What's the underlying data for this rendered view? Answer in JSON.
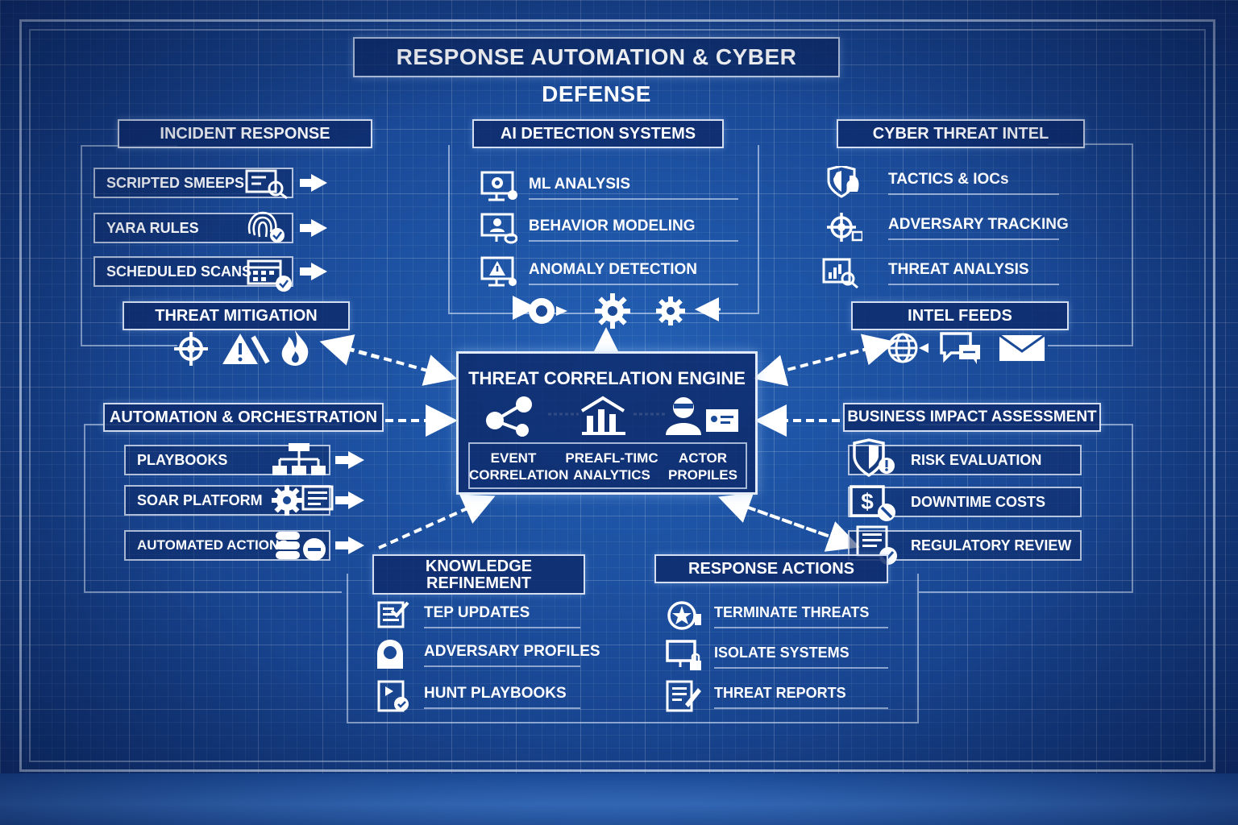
{
  "title": "RESPONSE AUTOMATION & CYBER DEFENSE",
  "incident_response": {
    "header": "INCIDENT RESPONSE",
    "items": [
      "SCRIPTED SMEEPS",
      "YARA RULES",
      "SCHEDULED SCANS"
    ],
    "icons": [
      "code-search-icon",
      "fingerprint-check-icon",
      "calendar-check-icon"
    ]
  },
  "threat_mitigation": {
    "header": "THREAT MITIGATION",
    "icons": [
      "crosshair-icon",
      "warning-triangle-icon",
      "fire-icon"
    ]
  },
  "ai_detection": {
    "header": "AI DETECTION SYSTEMS",
    "items": [
      "ML ANALYSIS",
      "BEHAVIOR MODELING",
      "ANOMALY DETECTION"
    ],
    "icons": [
      "monitor-gear-icon",
      "monitor-user-icon",
      "monitor-warning-icon"
    ],
    "footer_icons": [
      "lens-icon",
      "gear-icon",
      "gear-small-icon"
    ]
  },
  "cyber_threat_intel": {
    "header": "CYBER THREAT INTEL",
    "items": [
      "TACTICS & IOCs",
      "ADVERSARY TRACKING",
      "THREAT ANALYSIS"
    ],
    "icons": [
      "shield-knight-icon",
      "target-icon",
      "chart-search-icon"
    ]
  },
  "intel_feeds": {
    "header": "INTEL FEEDS",
    "icons": [
      "globe-icon",
      "chat-icon",
      "mail-icon"
    ]
  },
  "engine": {
    "title": "THREAT CORRELATION ENGINE",
    "labels": [
      [
        "EVENT",
        "CORRELATION"
      ],
      [
        "PREAFL-TIMC",
        "ANALYTICS"
      ],
      [
        "ACTOR",
        "PROPILES"
      ]
    ],
    "icons": [
      "share-nodes-icon",
      "bar-chart-icon",
      "hacker-id-icon"
    ]
  },
  "automation": {
    "header": "AUTOMATION & ORCHESTRATION",
    "items": [
      "PLAYBOOKS",
      "SOAR PLATFORM",
      "AUTOMATED ACTIONS"
    ],
    "icons": [
      "flowchart-icon",
      "gear-screen-icon",
      "database-minus-icon"
    ]
  },
  "business_impact": {
    "header": "BUSINESS IMPACT ASSESSMENT",
    "items": [
      "RISK EVALUATION",
      "DOWNTIME COSTS",
      "REGULATORY REVIEW"
    ],
    "icons": [
      "shield-alert-icon",
      "dollar-icon",
      "document-check-icon"
    ]
  },
  "knowledge": {
    "header_lines": [
      "KNOWLEDGE",
      "REFINEMENT"
    ],
    "items": [
      "TEP UPDATES",
      "ADVERSARY PROFILES",
      "HUNT PLAYBOOKS"
    ],
    "icons": [
      "checklist-icon",
      "hooded-user-icon",
      "playbook-icon"
    ]
  },
  "response_actions": {
    "header": "RESPONSE ACTIONS",
    "items": [
      "TERMINATE THREATS",
      "ISOLATE SYSTEMS",
      "THREAT REPORTS"
    ],
    "icons": [
      "terminate-icon",
      "isolate-monitor-icon",
      "report-icon"
    ]
  }
}
